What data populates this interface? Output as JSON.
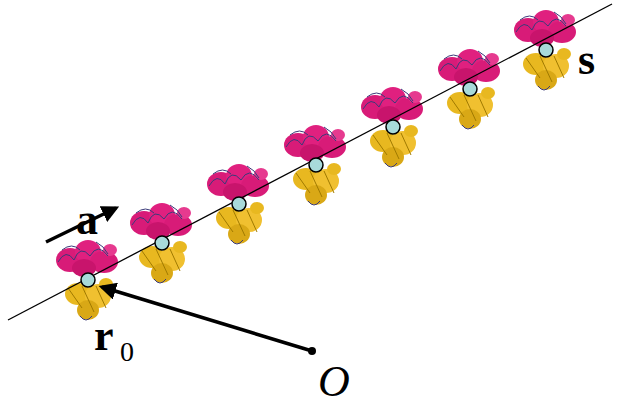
{
  "diagram": {
    "labels": [
      "a",
      "r",
      "0",
      "O",
      "s"
    ]
  }
}
